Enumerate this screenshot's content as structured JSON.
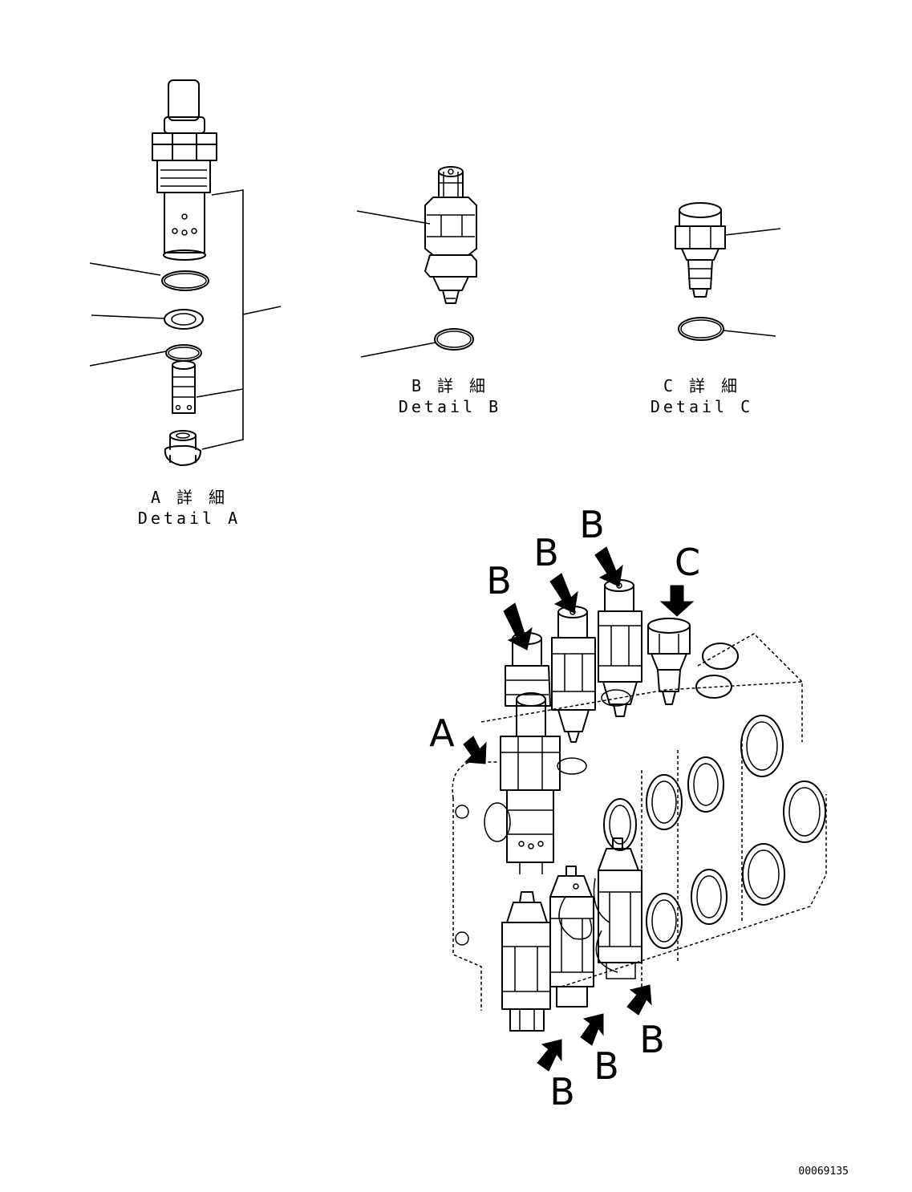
{
  "details": {
    "a": {
      "ja": "A 詳 細",
      "en": "Detail A"
    },
    "b": {
      "ja": "B 詳 細",
      "en": "Detail B"
    },
    "c": {
      "ja": "C 詳 細",
      "en": "Detail C"
    }
  },
  "callouts": {
    "a": "A",
    "b1": "B",
    "b2": "B",
    "b3": "B",
    "b4": "B",
    "b5": "B",
    "b6": "B",
    "c": "C"
  },
  "drawing_number": "00069135"
}
